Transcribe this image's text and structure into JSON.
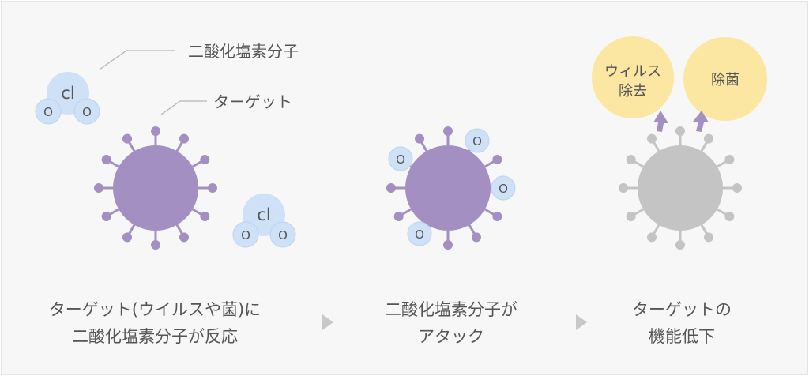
{
  "labels": {
    "chlorine_dioxide": "二酸化塩素分子",
    "target": "ターゲット",
    "cl": "cl",
    "o": "O",
    "result_virus_line1": "ウィルス",
    "result_virus_line2": "除去",
    "result_sterilization": "除菌"
  },
  "steps": [
    {
      "line1": "ターゲット(ウイルスや菌)に",
      "line2": "二酸化塩素分子が反応"
    },
    {
      "line1": "二酸化塩素分子が",
      "line2": "アタック"
    },
    {
      "line1": "ターゲットの",
      "line2": "機能低下"
    }
  ],
  "colors": {
    "virus_active": "#a48fc2",
    "virus_inactive": "#c4c4c4",
    "molecule": "#cfe1f7",
    "molecule_stroke": "#bcd3ef",
    "result_bubble": "#fbe7a1",
    "arrow": "#a48fc2",
    "step_arrow": "#c8c8c8",
    "leader_line": "#b5b5b5",
    "text": "#555555"
  }
}
